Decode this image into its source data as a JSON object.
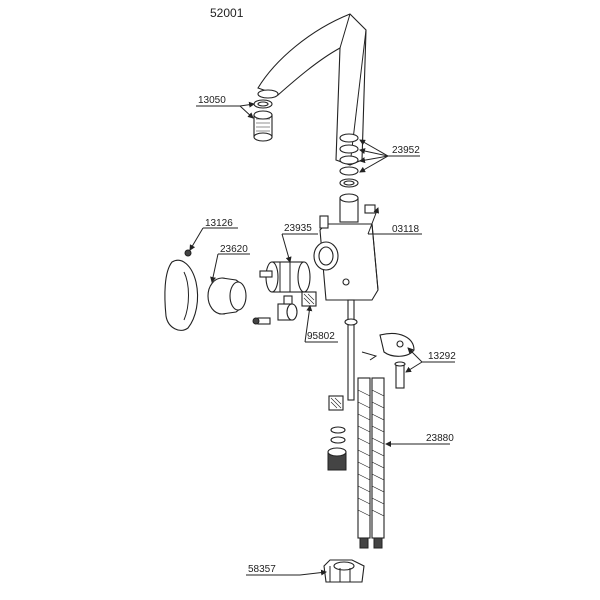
{
  "title": "52001",
  "parts": [
    {
      "id": "13050",
      "label": "13050"
    },
    {
      "id": "23952",
      "label": "23952"
    },
    {
      "id": "03118",
      "label": "03118"
    },
    {
      "id": "13126",
      "label": "13126"
    },
    {
      "id": "23935",
      "label": "23935"
    },
    {
      "id": "23620",
      "label": "23620"
    },
    {
      "id": "95802",
      "label": "95802"
    },
    {
      "id": "13292",
      "label": "13292"
    },
    {
      "id": "23880",
      "label": "23880"
    },
    {
      "id": "58357",
      "label": "58357"
    }
  ]
}
